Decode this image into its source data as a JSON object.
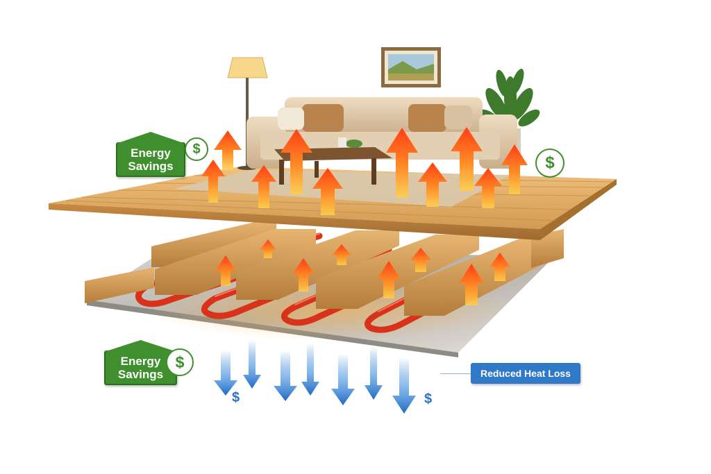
{
  "labels": {
    "energy_savings_top_line1": "Energy",
    "energy_savings_top_line2": "Savings",
    "energy_savings_bottom_line1": "Energy",
    "energy_savings_bottom_line2": "Savings",
    "reduced_heat_loss": "Reduced Heat Loss",
    "dollar": "$"
  },
  "icons": [
    "house-badge-icon",
    "dollar-coin-icon",
    "floor-lamp-icon",
    "picture-frame-icon",
    "potted-plant-icon",
    "sofa-icon",
    "coffee-table-icon",
    "heat-up-arrow-icon",
    "heat-loss-down-arrow-icon"
  ],
  "colors": {
    "energy_green": "#3f8f2f",
    "heat_loss_blue": "#2f79c8",
    "heat_arrow_orange": "#ff5a1a",
    "pipe_red": "#d8321a",
    "wood": "#d9a25b"
  }
}
